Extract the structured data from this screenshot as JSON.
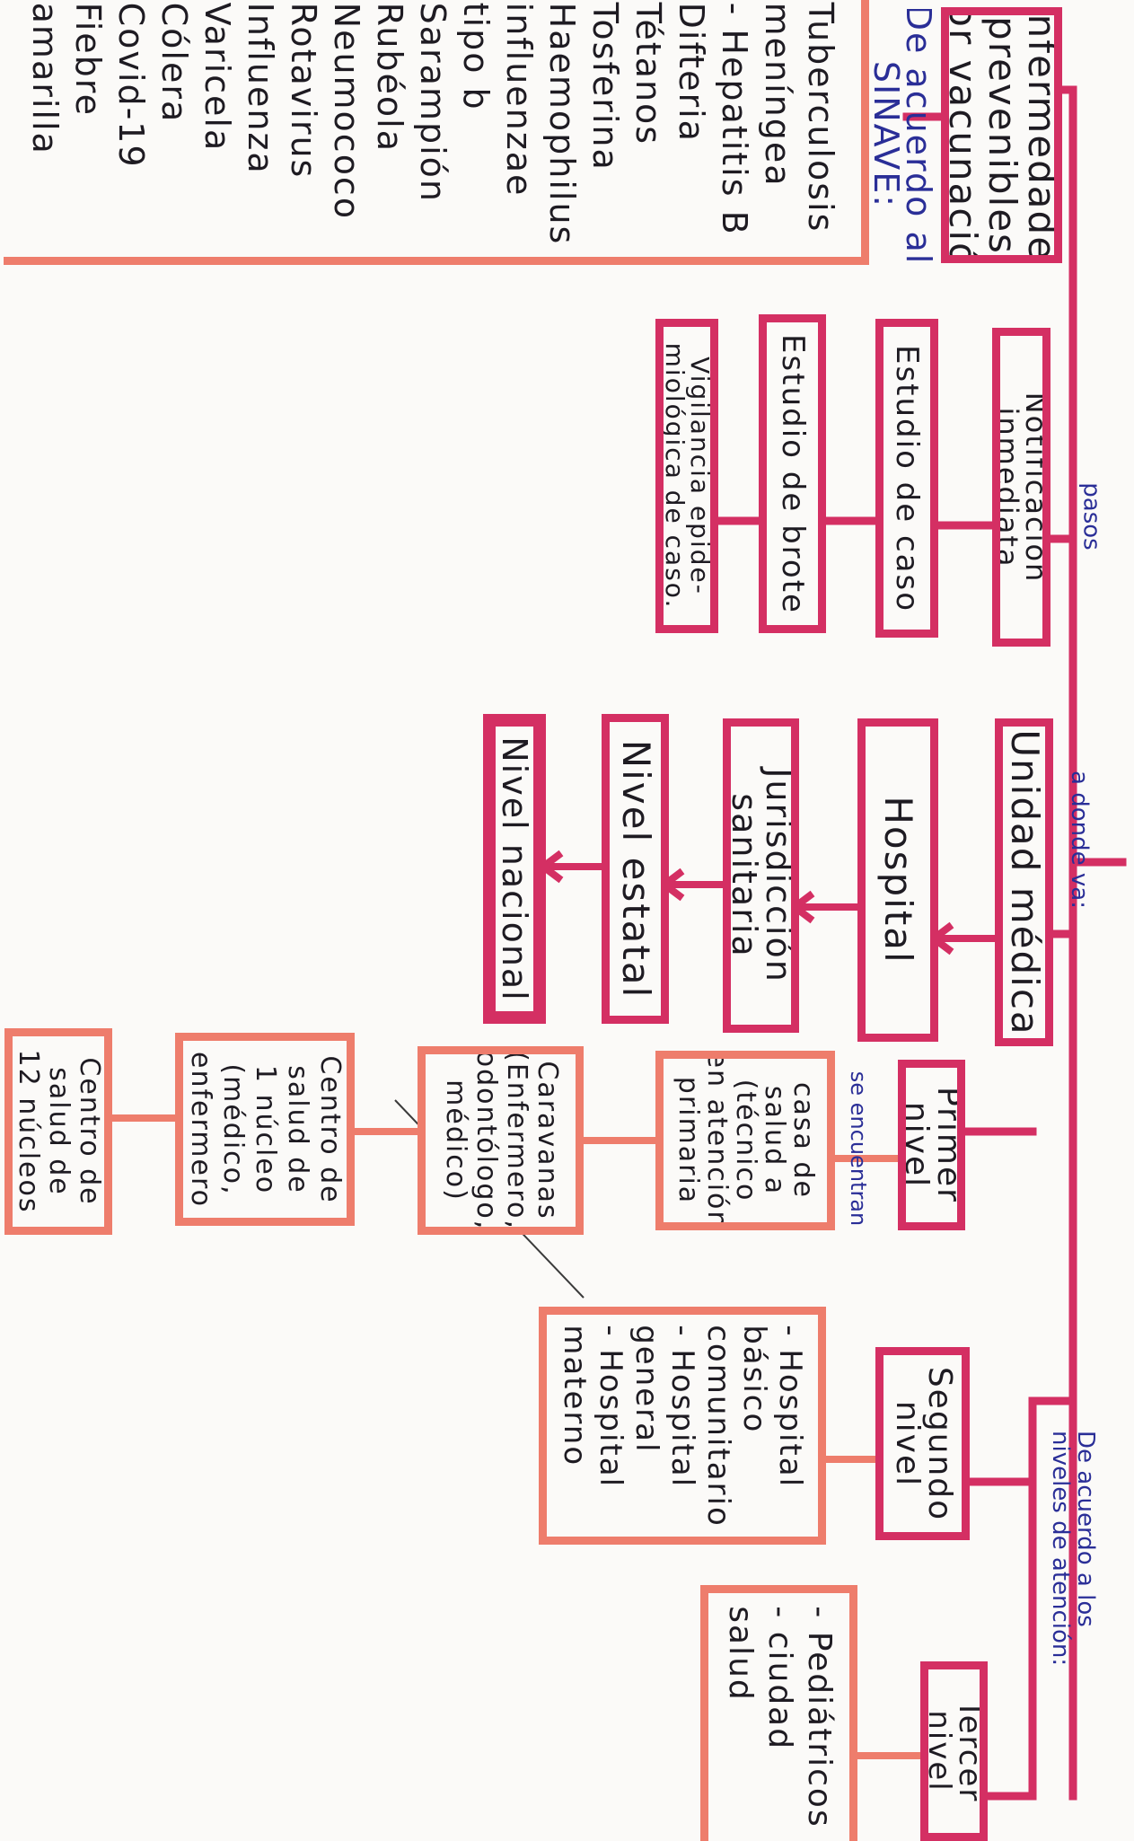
{
  "colors": {
    "magenta": "#d42f63",
    "salmon": "#ee7d6c",
    "ink": "#1e1b22",
    "label_blue": "#2a2e97"
  },
  "vaccine": {
    "title": [
      "Enfermedades",
      "prevenibles",
      "por vacunación"
    ],
    "label": [
      "De acuerdo al",
      "SINAVE:"
    ],
    "list": [
      "Tuberculosis",
      "meníngea",
      "- Hepatitis B",
      "Difteria",
      "Tétanos",
      "Tosferina",
      "Haemophilus",
      "influenzae",
      "tipo b",
      "Sarampión",
      "Rubéola",
      "Neumococo",
      "Rotavirus",
      "Influenza",
      "Varicela",
      "Cólera",
      "Covid-19",
      "Fiebre",
      "amarilla"
    ]
  },
  "pasos": {
    "label": "pasos",
    "steps": [
      [
        "Notificación",
        "inmediata"
      ],
      [
        "Estudio de caso"
      ],
      [
        "Estudio de brote"
      ],
      [
        "Vigilancia epide-",
        "miológica de caso."
      ]
    ]
  },
  "donde": {
    "label": "a donde va:",
    "steps": [
      [
        "Unidad médica"
      ],
      [
        "Hospital"
      ],
      [
        "Jurisdicción",
        "sanitaria"
      ],
      [
        "Nivel estatal"
      ],
      [
        "Nivel nacional"
      ]
    ]
  },
  "niveles": {
    "label": [
      "De acuerdo a los",
      "niveles de atención:"
    ],
    "se_encuentran": "se encuentran",
    "primer": {
      "title": [
        "Primer",
        "nivel"
      ],
      "items": [
        [
          "casa de",
          "salud a",
          "(técnico",
          "en atención",
          "primaria"
        ],
        [
          "Caravanas",
          "(Enfermero,",
          "odontólogo,",
          "médico)"
        ],
        [
          "Centro de",
          "salud de",
          "1 núcleo",
          "(médico,",
          "enfermero"
        ],
        [
          "Centro de",
          "salud de",
          "12 núcleos"
        ]
      ]
    },
    "segundo": {
      "title": [
        "Segundo",
        "nivel"
      ],
      "items": [
        "- Hospital",
        "básico",
        "comunitario",
        "- Hospital",
        "general",
        "- Hospital",
        "materno"
      ]
    },
    "tercer": {
      "title": [
        "Tercer",
        "nivel"
      ],
      "items": [
        "- Pediátricos",
        "- ciudad",
        "salud"
      ]
    }
  }
}
